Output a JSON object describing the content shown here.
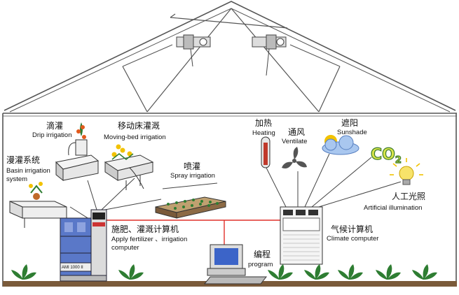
{
  "labels": {
    "drip": {
      "zh": "滴灌",
      "en": "Drip irrigation"
    },
    "moving_bed": {
      "zh": "移动床灌溉",
      "en": "Moving-bed irrigation"
    },
    "basin": {
      "zh": "漫灌系统",
      "en1": "Basin irrigation",
      "en2": "system"
    },
    "spray": {
      "zh": "喷灌",
      "en": "Spray irrigation"
    },
    "heating": {
      "zh": "加热",
      "en": "Heating"
    },
    "ventilate": {
      "zh": "通风",
      "en": "Ventilate"
    },
    "sunshade": {
      "zh": "遮阳",
      "en": "Sunshade"
    },
    "co2": {
      "text": "CO",
      "sub": "2"
    },
    "illumination": {
      "zh": "人工光照",
      "en": "Artificial illumination"
    },
    "fertilizer_computer": {
      "zh": "施肥、灌溉计算机",
      "en1": "Apply fertilizer 、irrigation",
      "en2": "computer"
    },
    "climate_computer": {
      "zh": "气候计算机",
      "en": "Climate computer"
    },
    "program": {
      "zh": "编程",
      "en": "program"
    },
    "device_model": "AMI 1000 II"
  },
  "colors": {
    "frame": "#555555",
    "red_line": "#e0302a",
    "ground": "#7a5a3a",
    "cabinet": "#5a78c8",
    "monitor": "#3c64c8",
    "plant": "#2e7d32",
    "fruit": "#e25a1c",
    "flower": "#f2c200"
  },
  "icons": [
    "thermometer-icon",
    "fan-icon",
    "cloud-sun-icon",
    "co2-icon",
    "lightbulb-icon"
  ]
}
